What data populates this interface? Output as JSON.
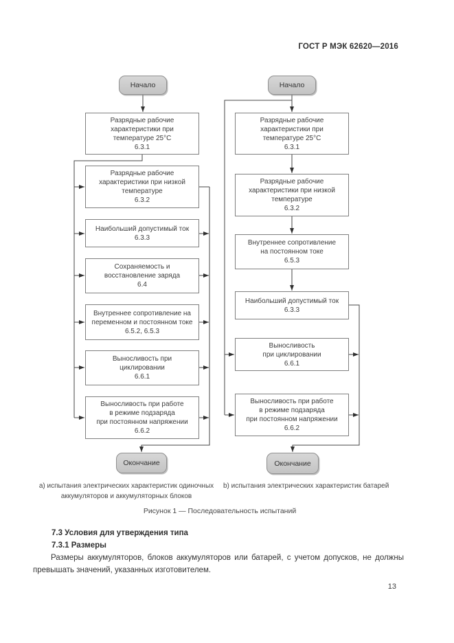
{
  "header": {
    "title": "ГОСТ Р МЭК 62620—2016"
  },
  "flowchart_a": {
    "start_label": "Начало",
    "end_label": "Окончание",
    "steps": [
      "Разрядные рабочие\nхарактеристики при\nтемпературе 25°С\n6.3.1",
      "Разрядные рабочие\nхарактеристики при низкой\nтемпературе\n6.3.2",
      "Наибольший допустимый ток\n6.3.3",
      "Сохраняемость и\nвосстановление заряда\n6.4",
      "Внутреннее сопротивление на\nпеременном и постоянном токе\n6.5.2, 6.5.3",
      "Выносливость при\nциклировании\n6.6.1",
      "Выносливость при работе\nв режиме подзаряда\nпри постоянном напряжении\n6.6.2"
    ],
    "caption": "a) испытания электрических характеристик одиночных\nаккумуляторов и аккумуляторных блоков"
  },
  "flowchart_b": {
    "start_label": "Начало",
    "end_label": "Окончание",
    "steps": [
      "Разрядные рабочие\nхарактеристики при\nтемпературе 25°С\n6.3.1",
      "Разрядные рабочие\nхарактеристики при низкой\nтемпературе\n6.3.2",
      "Внутреннее сопротивление\nна постоянном токе\n6.5.3",
      "Наибольший допустимый ток\n6.3.3",
      "Выносливость\nпри циклировании\n6.6.1",
      "Выносливость при работе\nв режиме подзаряда\nпри постоянном напряжении\n6.6.2"
    ],
    "caption": "b) испытания электрических характеристик батарей"
  },
  "figure": {
    "caption": "Рисунок 1 — Последовательность испытаний"
  },
  "section": {
    "heading_73": "7.3  Условия для утверждения типа",
    "heading_731": "7.3.1  Размеры",
    "paragraph": "Размеры аккумуляторов, блоков аккумуляторов или батарей, с учетом допусков, не должны превышать значений, указанных изготовителем."
  },
  "footer": {
    "page_number": "13"
  },
  "colors": {
    "line": "#454545",
    "terminal_fill": "#c9c9c9",
    "box_border": "#7e7e7e"
  }
}
